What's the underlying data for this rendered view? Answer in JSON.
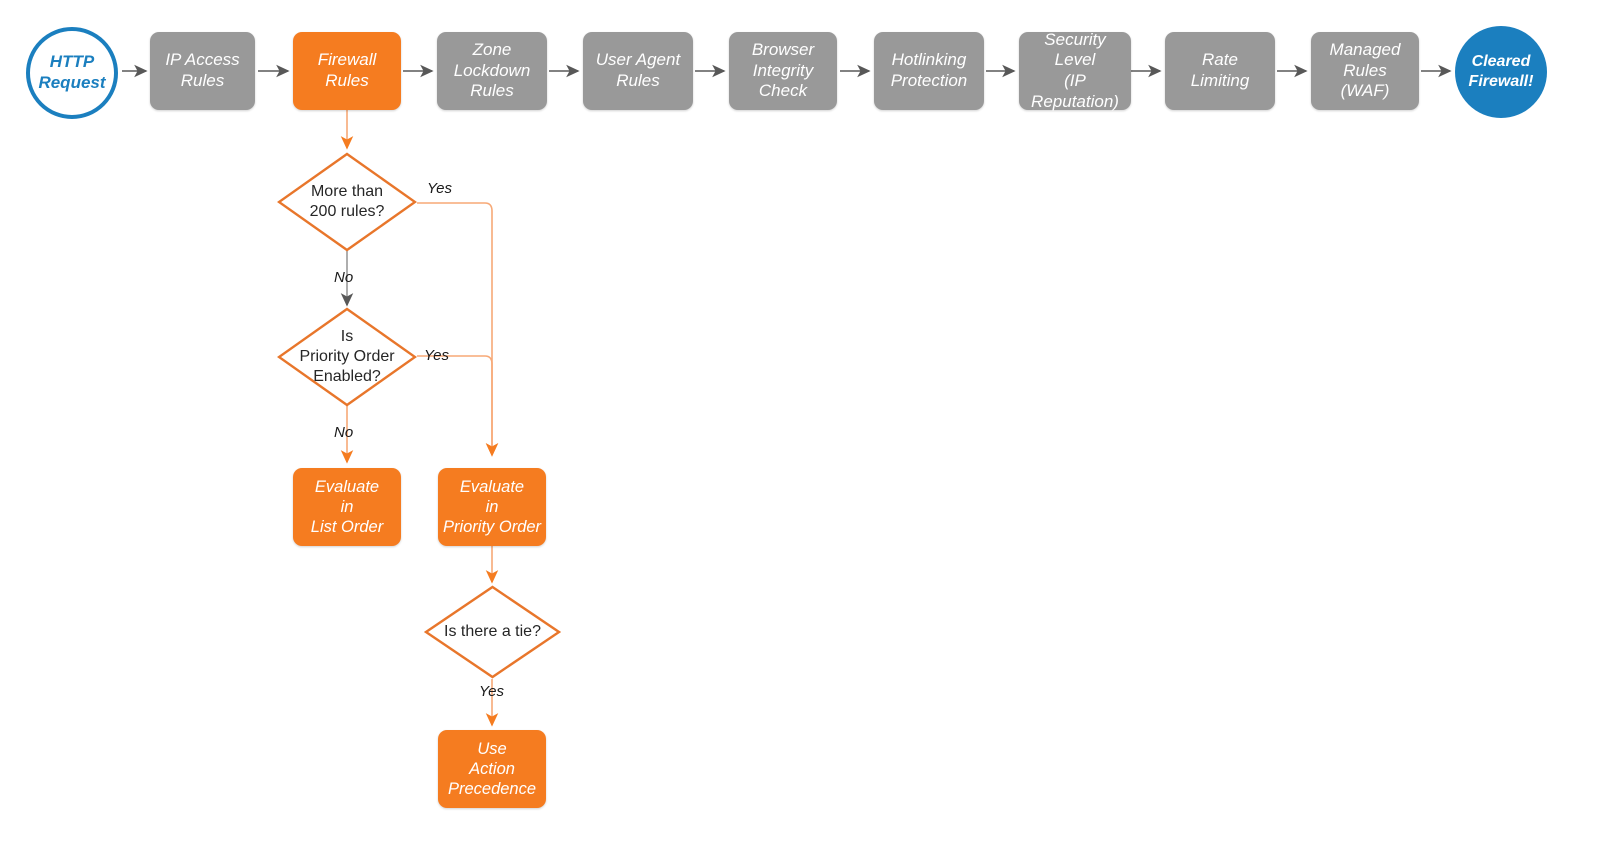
{
  "diagram": {
    "title": "Cloudflare firewall request evaluation order",
    "colors": {
      "process_gray": "#999999",
      "accent_orange": "#F57C20",
      "accent_orange_line": "#F6874A",
      "brand_blue": "#1B7FBF",
      "arrow_gray": "#585858",
      "text_dark": "#262626",
      "background": "#FFFFFF"
    },
    "pipeline": {
      "start": {
        "label_line1": "HTTP",
        "label_line2": "Request"
      },
      "steps": [
        {
          "id": "ip-access-rules",
          "line1": "IP Access",
          "line2": "Rules",
          "line3": "",
          "accent": false
        },
        {
          "id": "firewall-rules",
          "line1": "Firewall",
          "line2": "Rules",
          "line3": "",
          "accent": true
        },
        {
          "id": "zone-lockdown-rules",
          "line1": "Zone",
          "line2": "Lockdown",
          "line3": "Rules",
          "accent": false
        },
        {
          "id": "user-agent-rules",
          "line1": "User Agent",
          "line2": "Rules",
          "line3": "",
          "accent": false
        },
        {
          "id": "browser-integrity-check",
          "line1": "Browser",
          "line2": "Integrity",
          "line3": "Check",
          "accent": false
        },
        {
          "id": "hotlinking-protection",
          "line1": "Hotlinking",
          "line2": "Protection",
          "line3": "",
          "accent": false
        },
        {
          "id": "security-level",
          "line1": "Security",
          "line2": "Level",
          "line3": "(IP Reputation)",
          "accent": false
        },
        {
          "id": "rate-limiting",
          "line1": "Rate",
          "line2": "Limiting",
          "line3": "",
          "accent": false
        },
        {
          "id": "managed-rules-waf",
          "line1": "Managed",
          "line2": "Rules",
          "line3": "(WAF)",
          "accent": false
        }
      ],
      "end": {
        "label_line1": "Cleared",
        "label_line2": "Firewall!"
      }
    },
    "branch": {
      "decision_rule_count": "More than\n200 rules?",
      "decision_priority_order": "Is\nPriority Order\nEnabled?",
      "decision_tie": "Is there a tie?",
      "outcome_list_order": {
        "line1": "Evaluate",
        "line2": "in",
        "line3": "List Order"
      },
      "outcome_priority_order": {
        "line1": "Evaluate",
        "line2": "in",
        "line3": "Priority Order"
      },
      "outcome_action_precedence": {
        "line1": "Use",
        "line2": "Action",
        "line3": "Precedence"
      },
      "labels": {
        "rule_count_yes": "Yes",
        "rule_count_no": "No",
        "priority_order_yes": "Yes",
        "priority_order_no": "No",
        "tie_yes": "Yes"
      }
    }
  }
}
